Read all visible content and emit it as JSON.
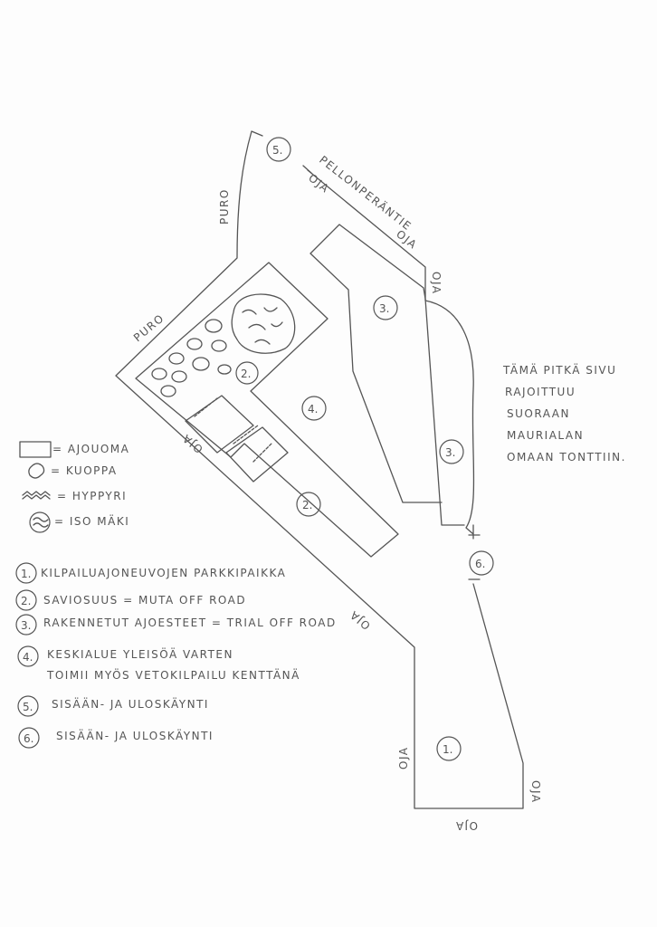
{
  "map": {
    "road_label": "PELLONPERÄNTIE",
    "ditch_label": "OJA",
    "stream_label": "PURO",
    "area_markers": [
      "1.",
      "2.",
      "3.",
      "4.",
      "5.",
      "6."
    ]
  },
  "note": {
    "lines": [
      "TÄMÄ PITKÄ SIVU",
      "RAJOITTUU",
      "SUORAAN",
      "MAURIALAN",
      "OMAAN TONTTIIN."
    ]
  },
  "legend": [
    {
      "symbol": "rectangle",
      "label": "= AJOUOMA"
    },
    {
      "symbol": "blob",
      "label": "= KUOPPA"
    },
    {
      "symbol": "zigzag",
      "label": "= HYPPYRI"
    },
    {
      "symbol": "circle-hatched",
      "label": "= ISO MÄKI"
    }
  ],
  "key": [
    {
      "num": "1.",
      "lines": [
        "KILPAILUAJONEUVOJEN PARKKIPAIKKA"
      ]
    },
    {
      "num": "2.",
      "lines": [
        "SAVIOSUUS = MUTA OFF ROAD"
      ]
    },
    {
      "num": "3.",
      "lines": [
        "RAKENNETUT AJOESTEET = TRIAL OFF ROAD"
      ]
    },
    {
      "num": "4.",
      "lines": [
        "KESKIALUE YLEISÖÄ VARTEN",
        "TOIMII MYÖS VETOKILPAILU KENTTÄNÄ"
      ]
    },
    {
      "num": "5.",
      "lines": [
        "SISÄÄN- JA ULOSKÄYNTI"
      ]
    },
    {
      "num": "6.",
      "lines": [
        "SISÄÄN- JA ULOSKÄYNTI"
      ]
    }
  ]
}
